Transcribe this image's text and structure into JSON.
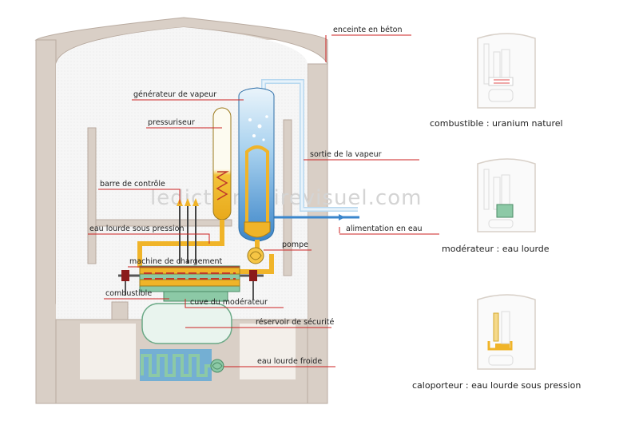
{
  "labels": {
    "enceinte": "enceinte en béton",
    "generateur": "générateur de vapeur",
    "pressuriseur": "pressuriseur",
    "sortie": "sortie de la vapeur",
    "barre": "barre de contrôle",
    "eau_lourde_pression": "eau lourde sous pression",
    "alimentation": "alimentation en eau",
    "pompe": "pompe",
    "machine": "machine de chargement",
    "combustible": "combustible",
    "cuve": "cuve du modérateur",
    "reservoir": "réservoir de sécurité",
    "eau_froide": "eau lourde froide"
  },
  "watermark": "ledictionnairevisuel.com",
  "thumbnails": [
    {
      "caption": "combustible : uranium naturel"
    },
    {
      "caption": "modérateur : eau lourde"
    },
    {
      "caption": "caloporteur : eau lourde sous pression"
    }
  ],
  "colors": {
    "concrete": "#d9cfc6",
    "concrete_edge": "#b9aba0",
    "heavy_water": "#f0b429",
    "water": "#8fc3e8",
    "moderator": "#8cc9a6",
    "label_line": "#cc2222"
  }
}
